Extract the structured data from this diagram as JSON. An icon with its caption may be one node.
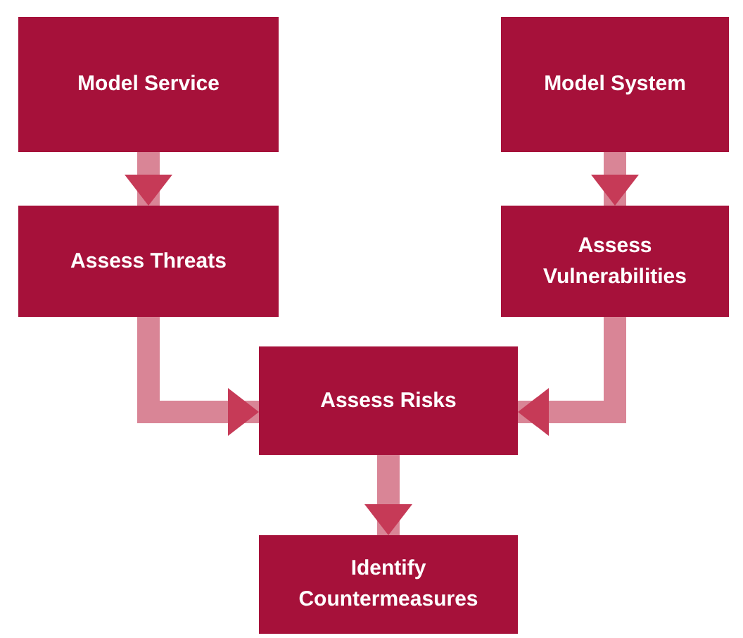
{
  "diagram": {
    "nodes": [
      {
        "text": [
          "Model Service"
        ]
      },
      {
        "text": [
          "Model System"
        ]
      },
      {
        "text": [
          "Assess Threats"
        ]
      },
      {
        "text": [
          "Assess Vulnerabilities"
        ]
      },
      {
        "text": [
          "Assess Risks"
        ]
      },
      {
        "text": [
          "Identify Countermeasures"
        ]
      }
    ],
    "edges": [
      {
        "from": 0,
        "to": 2,
        "arrow": "to"
      },
      {
        "from": 1,
        "to": 3,
        "arrow": "to"
      },
      {
        "from": 2,
        "to": 4,
        "arrow": "to"
      },
      {
        "from": 3,
        "to": 4,
        "arrow": "to"
      },
      {
        "from": 4,
        "to": 5,
        "arrow": "to"
      }
    ]
  }
}
